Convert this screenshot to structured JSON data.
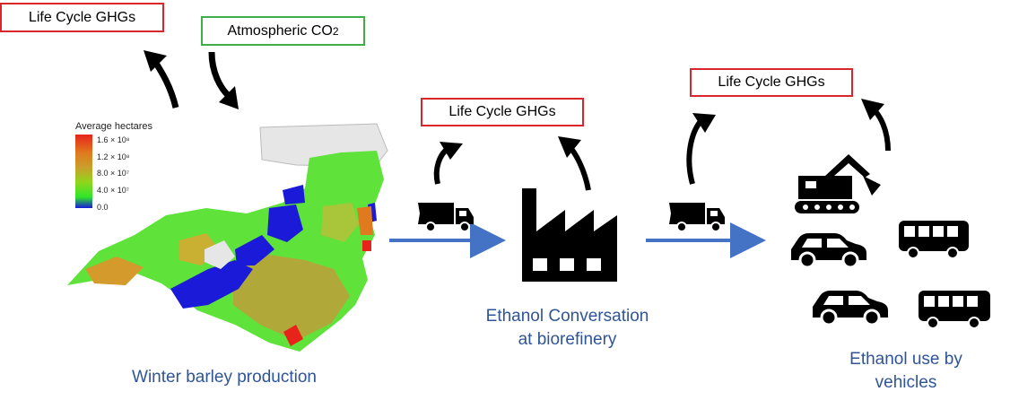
{
  "boxes": {
    "ghg_1": "Life Cycle GHGs",
    "atmospheric_co2": "Atmospheric CO2",
    "ghg_2": "Life Cycle GHGs",
    "ghg_3": "Life Cycle GHGs"
  },
  "captions": {
    "production": "Winter barley production",
    "conversion_line1": "Ethanol Conversation",
    "conversion_line2": "at biorefinery",
    "use_line1": "Ethanol use by",
    "use_line2": "vehicles"
  },
  "map_legend": {
    "title": "Average hectares",
    "ticks": [
      "1.6 × 10⁸",
      "1.2 × 10⁸",
      "8.0 × 10⁷",
      "4.0 × 10⁷",
      "0.0"
    ],
    "gradient": [
      "#e8241a",
      "#e07a1f",
      "#c8a02a",
      "#8fd61c",
      "#2fe62a",
      "#1a1ad8"
    ]
  },
  "colors": {
    "ghg_border": "#d9262b",
    "co2_border": "#3fae49",
    "flow_arrow": "#4472c4",
    "caption_text": "#2f5597",
    "icon": "#000000"
  },
  "icons": [
    "curved-arrow-up-icon",
    "curved-arrow-down-icon",
    "truck-icon",
    "factory-icon",
    "excavator-icon",
    "car-icon",
    "bus-icon"
  ]
}
